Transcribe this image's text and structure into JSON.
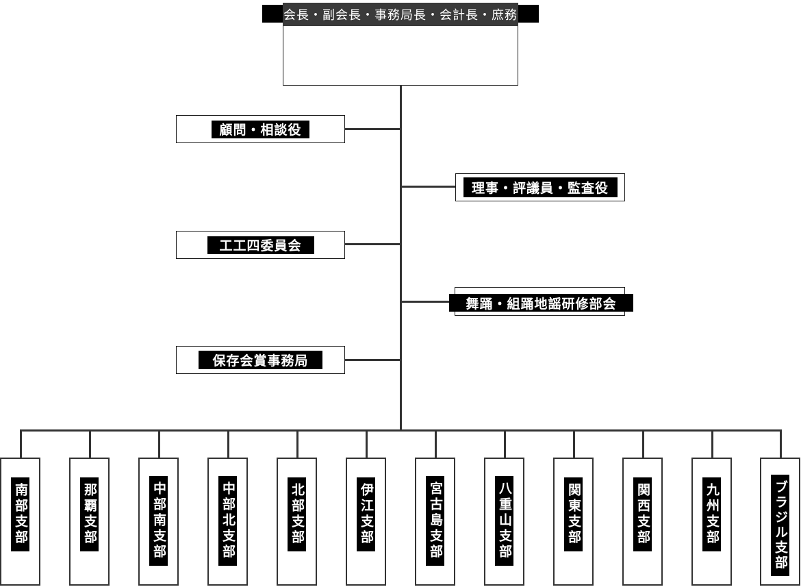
{
  "colors": {
    "line": "#333333",
    "header_bg": "#3a3a3a",
    "label_bg": "#000000",
    "label_text": "#ffffff"
  },
  "root": {
    "label": "会長・副会長・事務局長・会計長・庶務"
  },
  "middle": {
    "left": [
      {
        "label": "顧問・相談役"
      },
      {
        "label": "工工四委員会"
      },
      {
        "label": "保存会賞事務局"
      }
    ],
    "right": [
      {
        "label": "理事・評議員・監査役"
      },
      {
        "label": "舞踊・組踊地謡研修部会"
      }
    ]
  },
  "branches": {
    "items": [
      {
        "label": "南部支部"
      },
      {
        "label": "那覇支部"
      },
      {
        "label": "中部南支部"
      },
      {
        "label": "中部北支部"
      },
      {
        "label": "北部支部"
      },
      {
        "label": "伊江支部"
      },
      {
        "label": "宮古島支部"
      },
      {
        "label": "八重山支部"
      },
      {
        "label": "関東支部"
      },
      {
        "label": "関西支部"
      },
      {
        "label": "九州支部"
      },
      {
        "label": "ブラジル支部"
      }
    ]
  }
}
